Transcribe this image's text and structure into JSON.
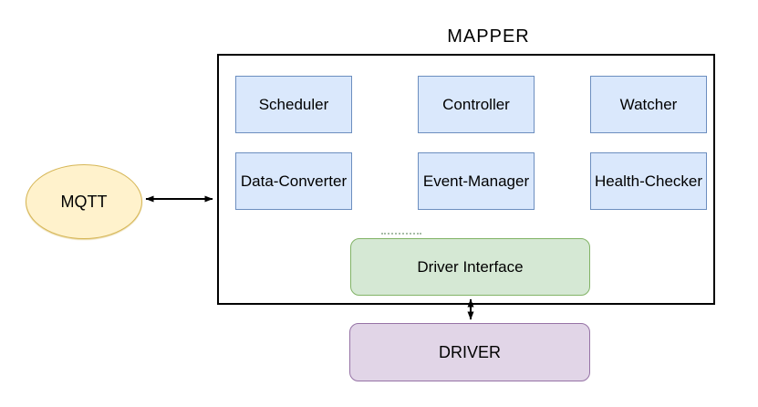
{
  "diagram": {
    "title": "MAPPER",
    "external_broker": {
      "label": "MQTT"
    },
    "mapper_components": [
      {
        "label": "Scheduler"
      },
      {
        "label": "Controller"
      },
      {
        "label": "Watcher"
      },
      {
        "label": "Data-Converter"
      },
      {
        "label": "Event-Manager"
      },
      {
        "label": "Health-Checker"
      }
    ],
    "driver_interface": {
      "label": "Driver Interface"
    },
    "driver": {
      "label": "DRIVER"
    },
    "connections": [
      {
        "from": "MQTT",
        "to": "MAPPER",
        "type": "bidirectional-arrow"
      },
      {
        "from": "Driver Interface",
        "to": "DRIVER",
        "type": "bidirectional-arrow"
      }
    ],
    "colors": {
      "component_fill": "#dae8fc",
      "component_border": "#6c8ebf",
      "mqtt_fill": "#fff2cc",
      "mqtt_border": "#d6b656",
      "driver_interface_fill": "#d5e8d4",
      "driver_interface_border": "#82b366",
      "driver_fill": "#e1d5e7",
      "driver_border": "#9673a6",
      "container_border": "#000000",
      "arrow_color": "#000000"
    }
  }
}
